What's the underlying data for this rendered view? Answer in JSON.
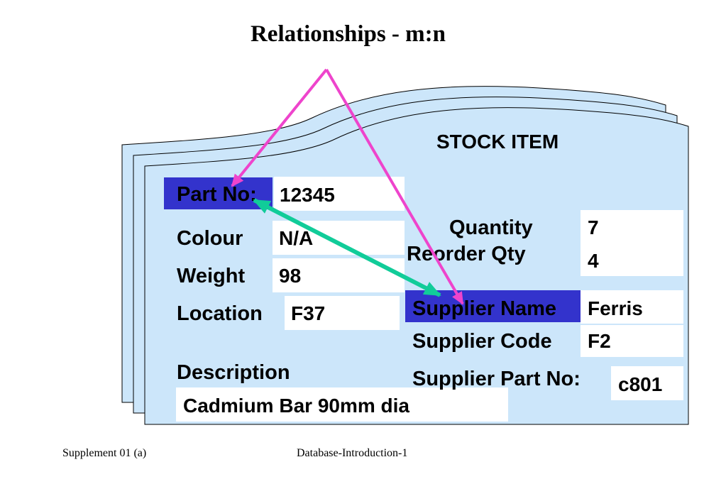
{
  "title": "Relationships - m:n",
  "card": {
    "heading": "STOCK ITEM",
    "part_no_label": "Part No:",
    "part_no_value": "12345",
    "colour_label": "Colour",
    "colour_value": "N/A",
    "weight_label": "Weight",
    "weight_value": "98",
    "location_label": "Location",
    "location_value": "F37",
    "description_label": "Description",
    "description_value": "Cadmium Bar 90mm dia",
    "quantity_label": "Quantity",
    "quantity_value": "7",
    "reorder_label": "Reorder Qty",
    "reorder_value": "4",
    "supplier_name_label": "Supplier Name",
    "supplier_name_value": "Ferris",
    "supplier_code_label": "Supplier Code",
    "supplier_code_value": "F2",
    "supplier_part_label": "Supplier Part No:",
    "supplier_part_value": "c801"
  },
  "colors": {
    "card_fill": "#cce6fa",
    "highlight": "#3333cc",
    "pink_arrow": "#ee44cc",
    "green_arrow": "#11cc99"
  },
  "footer": {
    "left": "Supplement 01 (a)",
    "center": "Database-Introduction-1"
  }
}
